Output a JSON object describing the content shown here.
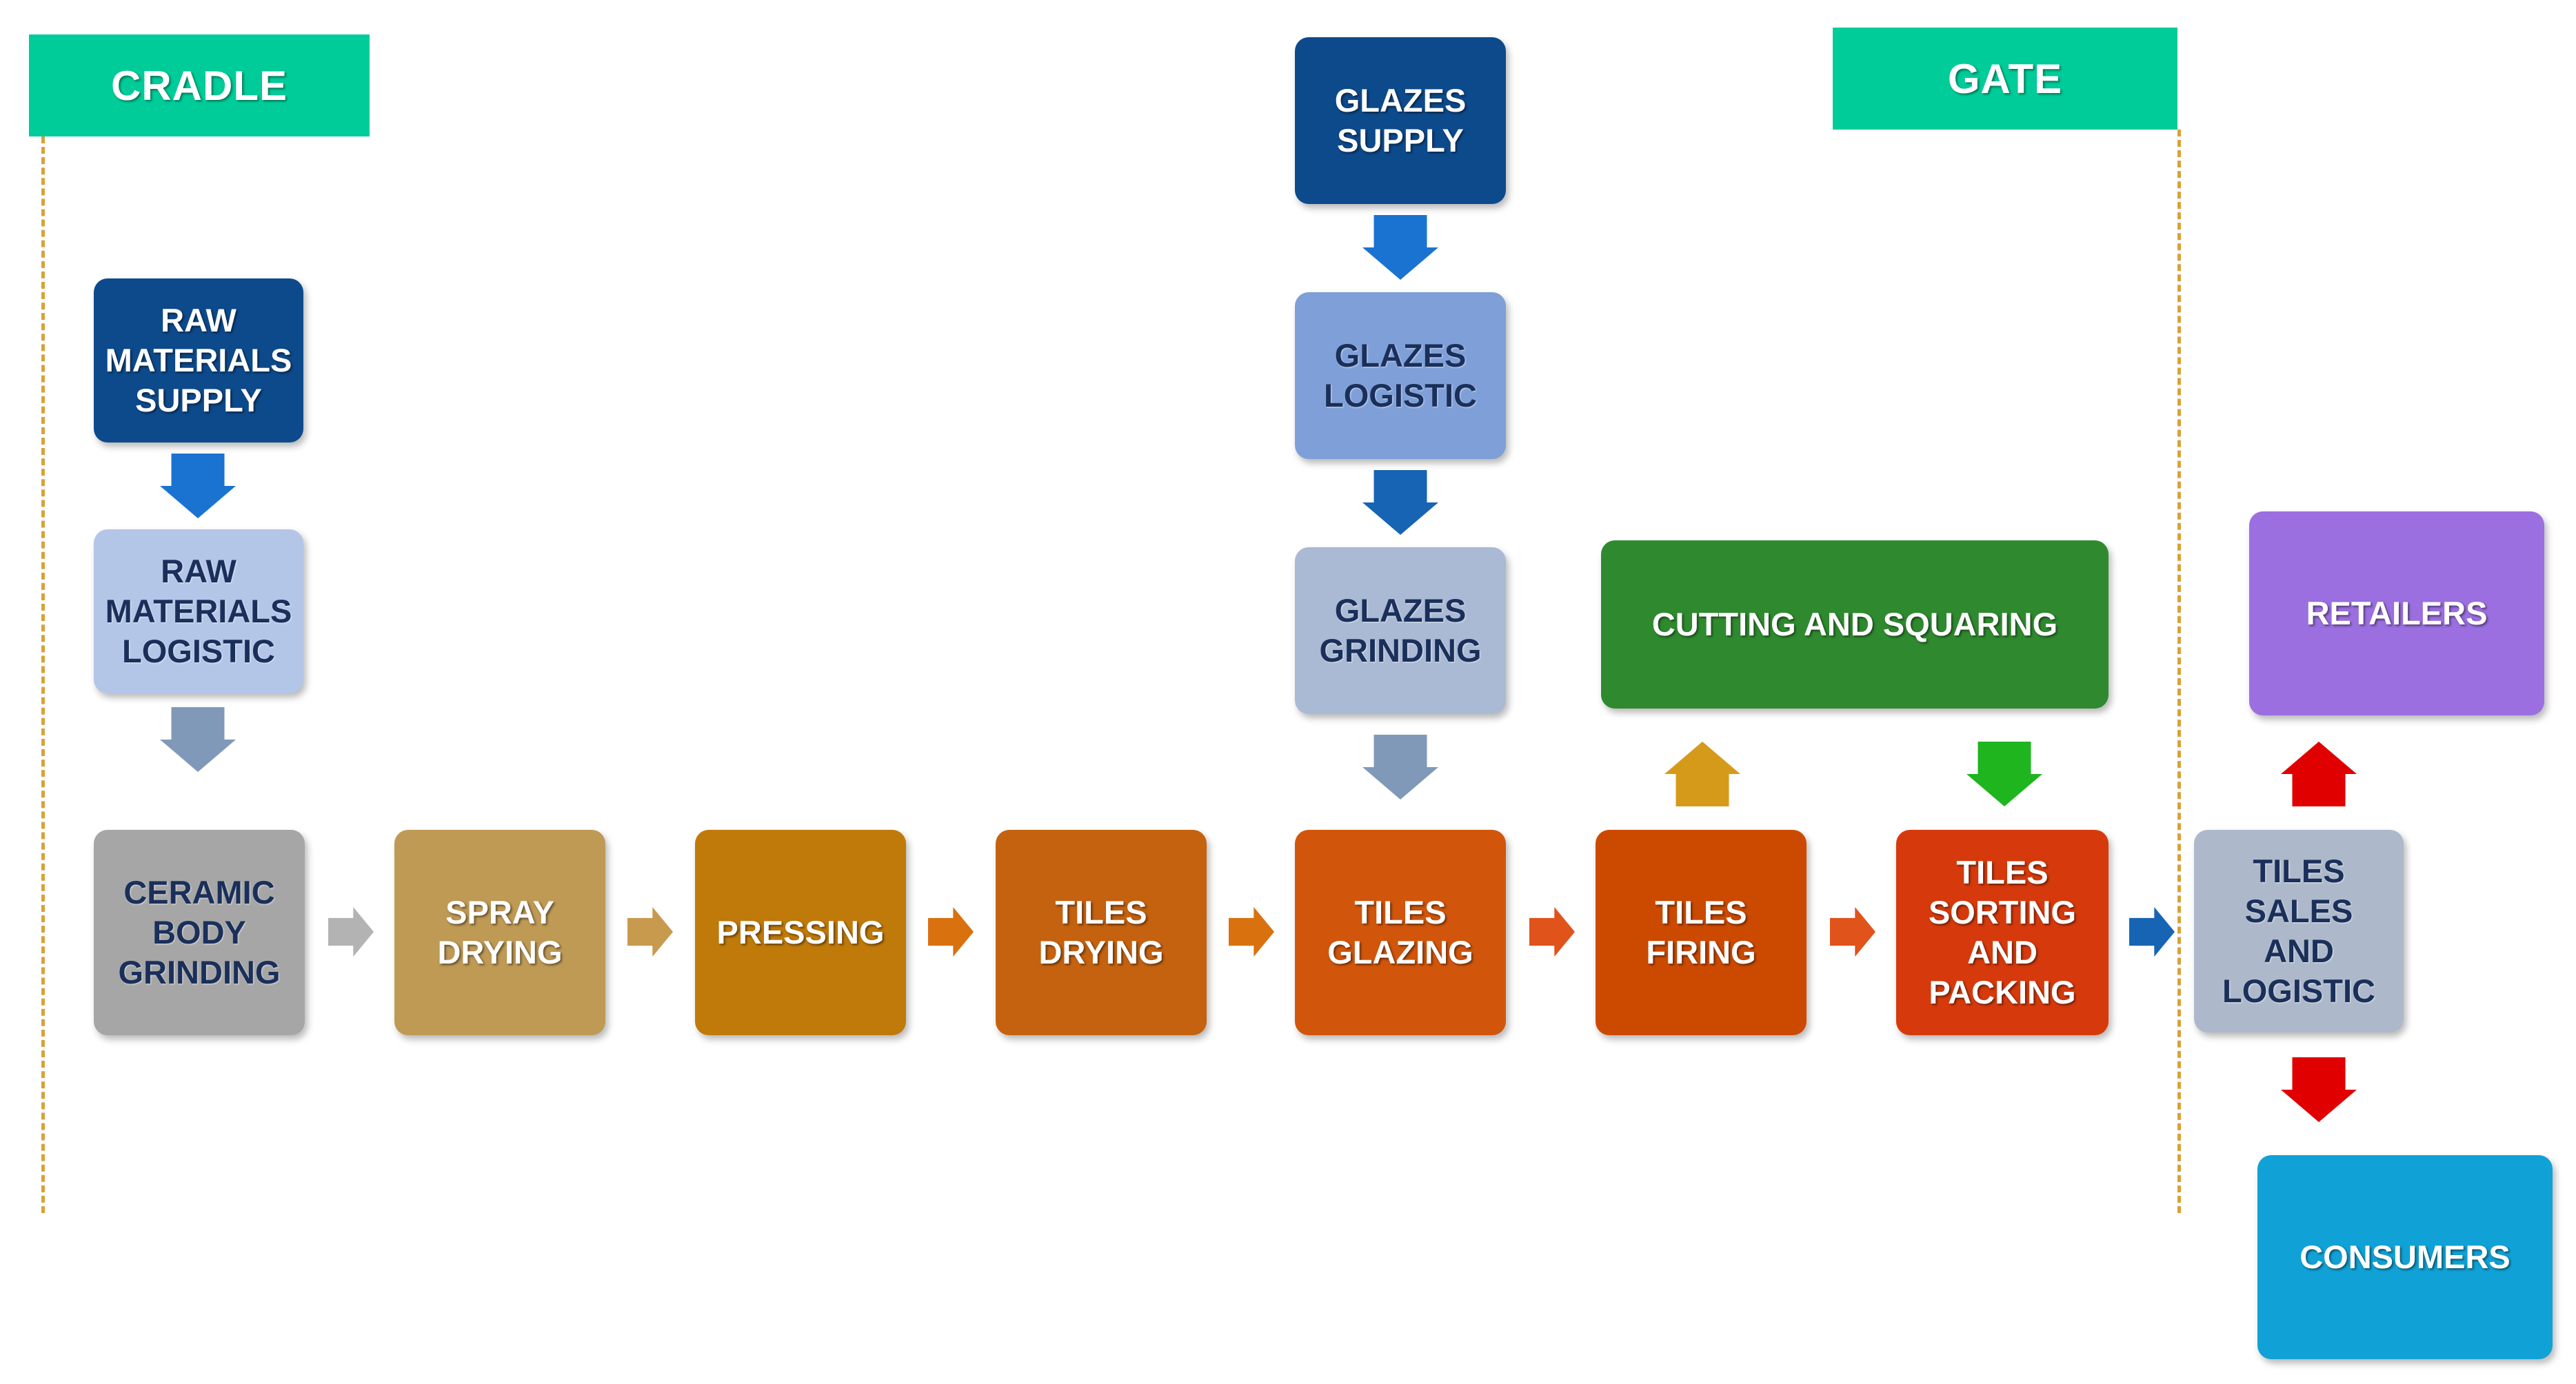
{
  "tags": {
    "cradle": "CRADLE",
    "gate": "GATE"
  },
  "boxes": {
    "raw_materials_supply": "RAW\nMATERIALS\nSUPPLY",
    "raw_materials_logistic": "RAW\nMATERIALS\nLOGISTIC",
    "ceramic_body_grinding": "CERAMIC\nBODY\nGRINDING",
    "spray_drying": "SPRAY\nDRYING",
    "pressing": "PRESSING",
    "tiles_drying": "TILES\nDRYING",
    "glazes_supply": "GLAZES\nSUPPLY",
    "glazes_logistic": "GLAZES\nLOGISTIC",
    "glazes_grinding": "GLAZES\nGRINDING",
    "tiles_glazing": "TILES\nGLAZING",
    "tiles_firing": "TILES\nFIRING",
    "cutting_and_squaring": "CUTTING AND SQUARING",
    "tiles_sorting_and_packing": "TILES\nSORTING\nAND\nPACKING",
    "tiles_sales_and_logistic": "TILES SALES\nAND\nLOGISTIC",
    "retailers": "RETAILERS",
    "consumers": "CONSUMERS"
  },
  "colors": {
    "tag": "#00cc99",
    "dashed_line": "#d9a13a",
    "raw_materials_supply": "#0d4a8c",
    "raw_materials_logistic": "#b4c6e7",
    "ceramic_body_grinding": "#a6a6a6",
    "spray_drying": "#bf9a55",
    "pressing": "#c07a0a",
    "tiles_drying": "#c56210",
    "glazes_supply": "#0d4a8c",
    "glazes_logistic": "#7e9fd7",
    "glazes_grinding": "#aab9d4",
    "tiles_glazing": "#d1560c",
    "tiles_firing": "#cc4a00",
    "cutting_and_squaring": "#2f8a2f",
    "tiles_sorting_and_packing": "#d63a0c",
    "tiles_sales_and_logistic": "#adb9ca",
    "retailers": "#9b6fe0",
    "consumers": "#10a2d6",
    "arrow_blue": "#1b73d1",
    "arrow_steel": "#8099b8",
    "arrow_gray": "#b3b3b3",
    "arrow_tan": "#c89a4e",
    "arrow_orange": "#d9710f",
    "arrow_red_orange": "#e0531a",
    "arrow_gold": "#d69a1a",
    "arrow_green": "#1fb51f",
    "arrow_dark_blue": "#1764b5",
    "arrow_red": "#e00000"
  }
}
